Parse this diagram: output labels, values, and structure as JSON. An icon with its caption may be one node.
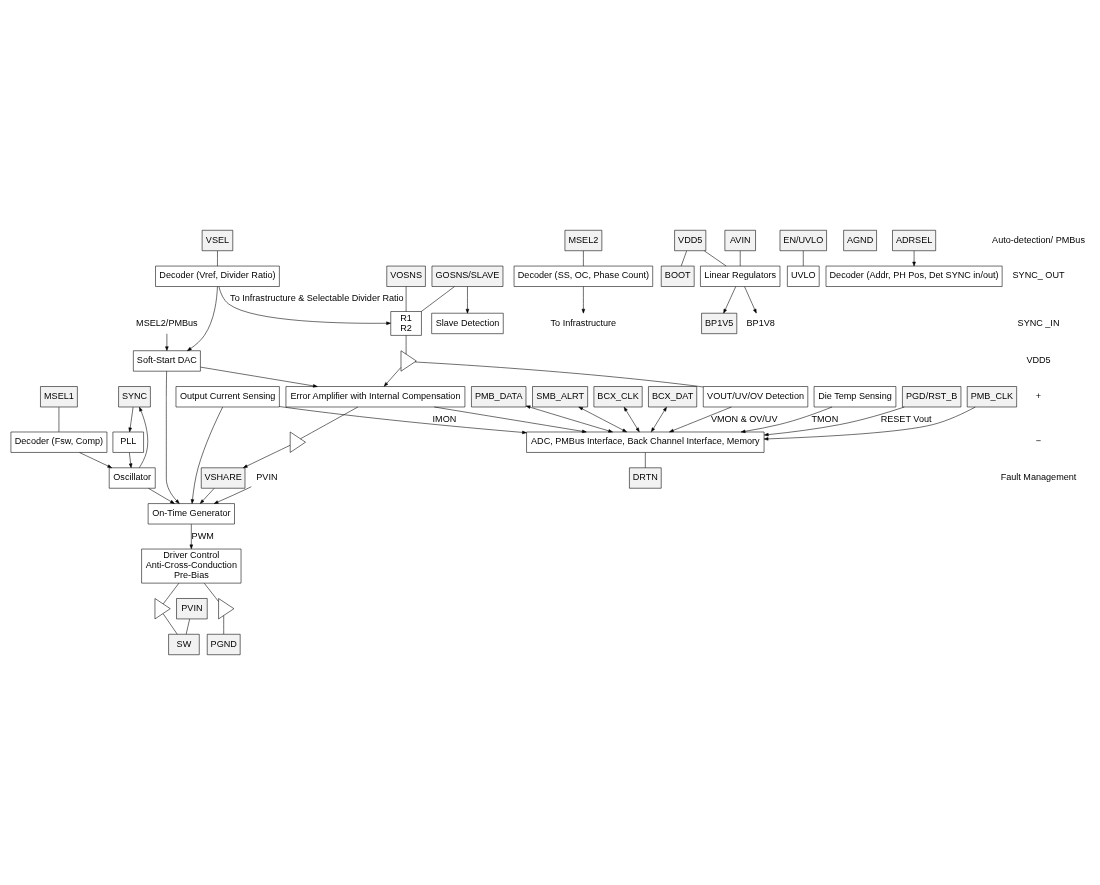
{
  "diagram": {
    "nodes": [
      {
        "text": [
          "SYNC"
        ]
      },
      {
        "text": [
          "MSEL2"
        ]
      },
      {
        "text": [
          "BP1V5"
        ]
      },
      {
        "text": [
          "VDD5"
        ]
      },
      {
        "text": [
          "EN/UVLO"
        ]
      },
      {
        "text": [
          "AVIN"
        ]
      },
      {
        "text": [
          "PVIN"
        ]
      },
      {
        "text": [
          "Decoder (SS, OC, Phase Count)"
        ]
      },
      {
        "text": [
          "Linear Regulators"
        ]
      },
      {
        "text": [
          "UVLO"
        ]
      },
      {
        "text": [
          "PLL"
        ]
      },
      {
        "text": [
          "Oscillator"
        ]
      },
      {
        "text": [
          "BOOT"
        ]
      },
      {
        "text": [
          "Driver Control",
          "Anti-Cross-Conduction",
          "Pre-Bias"
        ]
      },
      {
        "text": [
          "MSEL1"
        ]
      },
      {
        "text": [
          "Decoder (Fsw, Comp)"
        ]
      },
      {
        "text": [
          "On-Time Generator"
        ]
      },
      {
        "text": [
          "SW"
        ]
      },
      {
        "text": [
          "VSEL"
        ]
      },
      {
        "text": [
          "Decoder (Vref, Divider Ratio)"
        ]
      },
      {
        "text": [
          "Soft-Start DAC"
        ]
      },
      {
        "text": [
          "PGND"
        ]
      },
      {
        "text": [
          "Output Current Sensing"
        ]
      },
      {
        "text": [
          "AGND"
        ]
      },
      {
        "text": [
          "VOSNS"
        ]
      },
      {
        "text": [
          "Error Amplifier with Internal Compensation"
        ]
      },
      {
        "text": [
          "VSHARE"
        ]
      },
      {
        "text": [
          "VOUT/UV/OV Detection"
        ]
      },
      {
        "text": [
          "ADC, PMBus Interface, Back Channel Interface, Memory"
        ]
      },
      {
        "text": [
          "GOSNS/SLAVE"
        ]
      },
      {
        "text": [
          "Die Temp Sensing"
        ]
      },
      {
        "text": [
          "Decoder (Addr, PH Pos, Det SYNC in/out)"
        ]
      },
      {
        "text": [
          "Slave Detection"
        ]
      },
      {
        "text": [
          "PGD/RST_B"
        ]
      },
      {
        "text": [
          "ADRSEL"
        ]
      },
      {
        "text": [
          "PMB_CLK"
        ]
      },
      {
        "text": [
          "PMB_DATA"
        ]
      },
      {
        "text": [
          "SMB_ALRT"
        ]
      },
      {
        "text": [
          "BCX_CLK"
        ]
      },
      {
        "text": [
          "BCX_DAT"
        ]
      },
      {
        "text": [
          "DRTN"
        ]
      },
      {
        "text": [],
        "shape": "triangle"
      },
      {
        "text": [],
        "shape": "triangle"
      },
      {
        "text": [],
        "shape": "triangle"
      },
      {
        "text": [],
        "shape": "triangle"
      },
      {
        "text": [
          "BP1V8"
        ]
      },
      {
        "text": [
          "PVIN"
        ]
      },
      {
        "text": [
          "MSEL2/PMBus"
        ]
      },
      {
        "text": [
          "R1",
          "R2"
        ]
      },
      {
        "text": [
          "To Infrastructure"
        ]
      }
    ],
    "edges": [
      {
        "from": 0,
        "to": 10,
        "arrow": "to"
      },
      {
        "from": 11,
        "to": 0,
        "arrow": "to"
      },
      {
        "from": 10,
        "to": 11,
        "arrow": "to"
      },
      {
        "from": 15,
        "to": 11,
        "arrow": "to"
      },
      {
        "from": 14,
        "to": 15,
        "arrow": "none"
      },
      {
        "from": 11,
        "to": 16,
        "arrow": "to"
      },
      {
        "from": 1,
        "to": 7,
        "arrow": "none"
      },
      {
        "from": 7,
        "to": 49,
        "arrow": "to"
      },
      {
        "from": 3,
        "to": 8,
        "arrow": "none"
      },
      {
        "from": 8,
        "to": 2,
        "arrow": "to"
      },
      {
        "from": 8,
        "to": 45,
        "arrow": "to"
      },
      {
        "from": 4,
        "to": 9,
        "arrow": "none"
      },
      {
        "from": 5,
        "to": 8,
        "arrow": "none"
      },
      {
        "from": 3,
        "to": 12,
        "arrow": "none"
      },
      {
        "from": 46,
        "to": 16,
        "arrow": "to"
      },
      {
        "from": 16,
        "to": 13,
        "label": "PWM",
        "arrow": "to"
      },
      {
        "from": 13,
        "to": 41,
        "arrow": "none"
      },
      {
        "from": 13,
        "to": 42,
        "arrow": "none"
      },
      {
        "from": 41,
        "to": 17,
        "arrow": "none"
      },
      {
        "from": 42,
        "to": 21,
        "arrow": "none"
      },
      {
        "from": 6,
        "to": 17,
        "arrow": "none"
      },
      {
        "from": 47,
        "to": 20,
        "arrow": "to"
      },
      {
        "from": 18,
        "to": 19,
        "arrow": "none"
      },
      {
        "from": 19,
        "to": 20,
        "arrow": "to"
      },
      {
        "from": 20,
        "to": 16,
        "arrow": "to"
      },
      {
        "from": 20,
        "to": 25,
        "arrow": "to"
      },
      {
        "from": 19,
        "to": 48,
        "label": "To Infrastructure & Selectable Divider Ratio",
        "arrow": "to"
      },
      {
        "from": 24,
        "to": 48,
        "arrow": "none"
      },
      {
        "from": 29,
        "to": 48,
        "arrow": "none"
      },
      {
        "from": 48,
        "to": 44,
        "arrow": "none"
      },
      {
        "from": 29,
        "to": 32,
        "arrow": "to"
      },
      {
        "from": 44,
        "to": 25,
        "arrow": "to"
      },
      {
        "from": 44,
        "to": 27,
        "arrow": "none"
      },
      {
        "from": 25,
        "to": 43,
        "arrow": "none"
      },
      {
        "from": 43,
        "to": 26,
        "arrow": "to"
      },
      {
        "from": 26,
        "to": 16,
        "arrow": "to"
      },
      {
        "from": 22,
        "to": 16,
        "arrow": "to"
      },
      {
        "from": 22,
        "to": 28,
        "label": "IMON",
        "arrow": "to"
      },
      {
        "from": 25,
        "to": 28,
        "arrow": "to"
      },
      {
        "from": 27,
        "to": 28,
        "label": "VMON & OV/UV",
        "arrow": "to"
      },
      {
        "from": 33,
        "to": 28,
        "label": "RESET Vout",
        "arrow": "to"
      },
      {
        "from": 30,
        "to": 28,
        "label": "TMON",
        "arrow": "to"
      },
      {
        "from": 34,
        "to": 31,
        "arrow": "to"
      },
      {
        "from": 35,
        "to": 28,
        "arrow": "to"
      },
      {
        "from": 36,
        "to": 28,
        "arrow": "both"
      },
      {
        "from": 37,
        "to": 28,
        "arrow": "both"
      },
      {
        "from": 38,
        "to": 28,
        "arrow": "both"
      },
      {
        "from": 39,
        "to": 28,
        "arrow": "both"
      },
      {
        "from": 28,
        "to": 40,
        "arrow": "none"
      }
    ],
    "labels": [
      "Auto-detection/ PMBus",
      "SYNC_ OUT",
      "SYNC _IN",
      "VDD5",
      "+",
      "−",
      "Fault Management"
    ]
  }
}
